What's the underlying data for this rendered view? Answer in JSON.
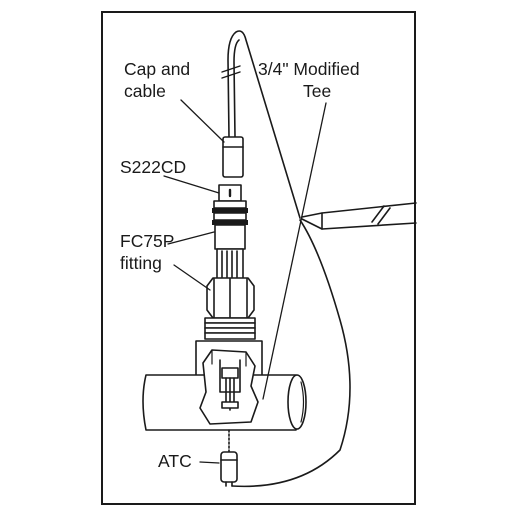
{
  "labels": {
    "cap_and_cable_line1": "Cap and",
    "cap_and_cable_line2": "cable",
    "sensor_model": "S222CD",
    "fitting_line1": "FC75P",
    "fitting_line2": "fitting",
    "tee_line1": "3/4\" Modified",
    "tee_line2": "Tee",
    "atc": "ATC"
  },
  "colors": {
    "ink": "#1a1a1a",
    "paper": "#ffffff",
    "shade": "#e6e6e6"
  }
}
